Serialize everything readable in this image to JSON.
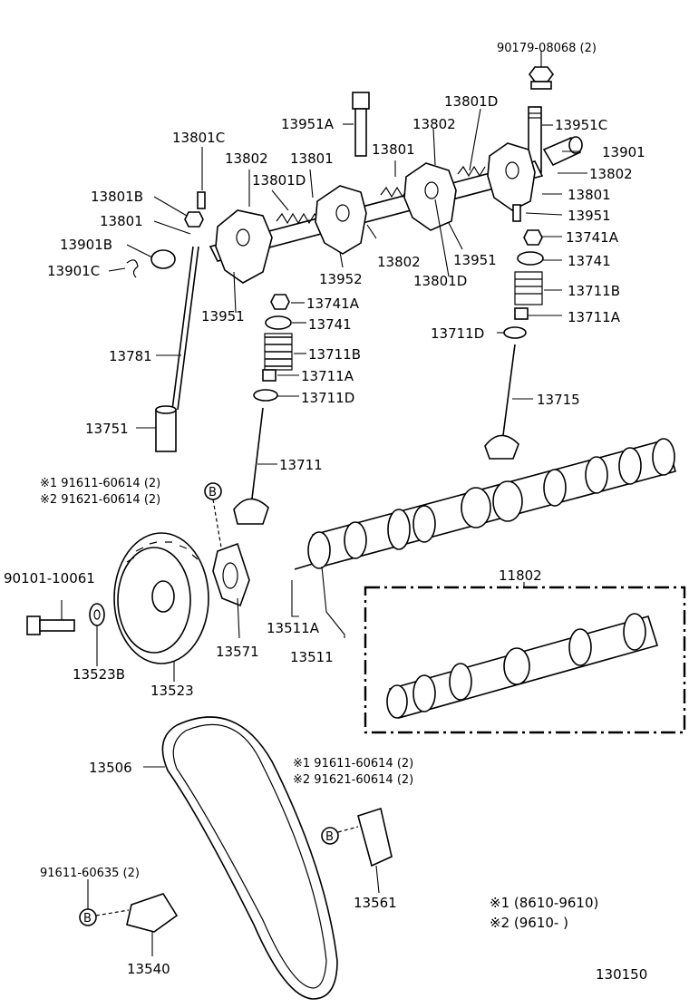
{
  "labels": {
    "p90179": "90179-08068 (2)",
    "p13951A": "13951A",
    "p13801D_top": "13801D",
    "p13951C": "13951C",
    "p13801C": "13801C",
    "p13802_a": "13802",
    "p13801_a": "13801",
    "p13801_b": "13801",
    "p13802_b": "13802",
    "p13901": "13901",
    "p13802_r": "13802",
    "p13801D_a": "13801D",
    "p13801B": "13801B",
    "p13801_c": "13801",
    "p13801_r": "13801",
    "p13951_r": "13951",
    "p13901B": "13901B",
    "p13741A_r": "13741A",
    "p13901C": "13901C",
    "p13802_c": "13802",
    "p13951_m": "13951",
    "p13741_r": "13741",
    "p13952": "13952",
    "p13801D_b": "13801D",
    "p13711B_r": "13711B",
    "p13951_l": "13951",
    "p13741A_c": "13741A",
    "p13711A_r": "13711A",
    "p13741_c": "13741",
    "p13711D_r": "13711D",
    "p13781": "13781",
    "p13711B_c": "13711B",
    "p13711A_c": "13711A",
    "p13715": "13715",
    "p13711D_c": "13711D",
    "p13751": "13751",
    "p13711": "13711",
    "note1_a": "※1  91611-60614 (2)",
    "note2_a": "※2  91621-60614 (2)",
    "p11802": "11802",
    "p90101": "90101-10061",
    "p13511A": "13511A",
    "p13571": "13571",
    "p13511": "13511",
    "p13523B": "13523B",
    "p13523": "13523",
    "p13506": "13506",
    "note1_b": "※1  91611-60614 (2)",
    "note2_b": "※2  91621-60614 (2)",
    "p91611_635": "91611-60635 (2)",
    "p13561": "13561",
    "date1": "※1  (8610-9610)",
    "date2": "※2  (9610-        )",
    "p13540": "13540",
    "fig": "130150",
    "ref_b1": "B",
    "ref_b2": "B",
    "ref_b3": "B"
  }
}
